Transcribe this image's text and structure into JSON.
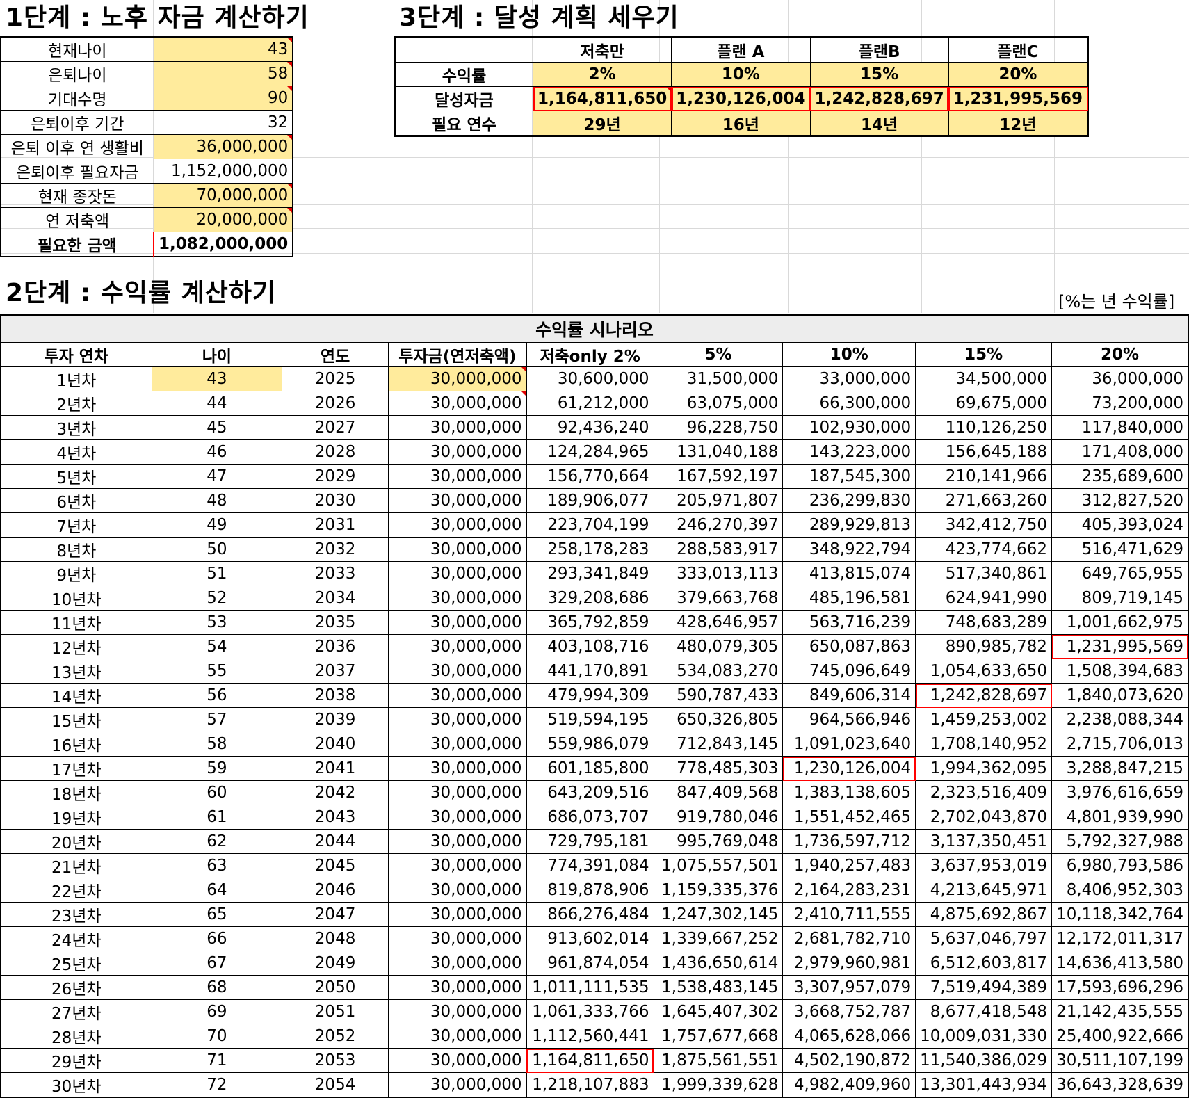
{
  "titles": {
    "step1": "1단계 : 노후 자금 계산하기",
    "step2": "2단계 : 수익률 계산하기",
    "step3": "3단계 : 달성 계획 세우기",
    "note": "[%는 년 수익률]"
  },
  "step1": [
    {
      "label": "현재나이",
      "value": "43",
      "input": true
    },
    {
      "label": "은퇴나이",
      "value": "58",
      "input": true
    },
    {
      "label": "기대수명",
      "value": "90",
      "input": true
    },
    {
      "label": "은퇴이후 기간",
      "value": "32",
      "input": false
    },
    {
      "label": "은퇴 이후 연 생활비",
      "value": "36,000,000",
      "input": true
    },
    {
      "label": "은퇴이후 필요자금",
      "value": "1,152,000,000",
      "input": false
    },
    {
      "label": "현재 종잣돈",
      "value": "70,000,000",
      "input": true
    },
    {
      "label": "연 저축액",
      "value": "20,000,000",
      "input": true
    },
    {
      "label": "필요한 금액",
      "value": "1,082,000,000",
      "input": false,
      "bold": true
    }
  ],
  "step3": {
    "headers": [
      "",
      "저축만",
      "플랜 A",
      "플랜B",
      "플랜C"
    ],
    "rows": [
      {
        "label": "수익률",
        "values": [
          "2%",
          "10%",
          "15%",
          "20%"
        ]
      },
      {
        "label": "달성자금",
        "values": [
          "1,164,811,650",
          "1,230,126,004",
          "1,242,828,697",
          "1,231,995,569"
        ]
      },
      {
        "label": "필요 연수",
        "values": [
          "29년",
          "16년",
          "14년",
          "12년"
        ]
      }
    ]
  },
  "step2": {
    "banner": "수익률 시나리오",
    "headers": [
      "투자 연차",
      "나이",
      "연도",
      "투자금(연저축액)",
      "저축only 2%",
      "5%",
      "10%",
      "15%",
      "20%"
    ],
    "rows": [
      [
        "1년차",
        "43",
        "2025",
        "30,000,000",
        "30,600,000",
        "31,500,000",
        "33,000,000",
        "34,500,000",
        "36,000,000"
      ],
      [
        "2년차",
        "44",
        "2026",
        "30,000,000",
        "61,212,000",
        "63,075,000",
        "66,300,000",
        "69,675,000",
        "73,200,000"
      ],
      [
        "3년차",
        "45",
        "2027",
        "30,000,000",
        "92,436,240",
        "96,228,750",
        "102,930,000",
        "110,126,250",
        "117,840,000"
      ],
      [
        "4년차",
        "46",
        "2028",
        "30,000,000",
        "124,284,965",
        "131,040,188",
        "143,223,000",
        "156,645,188",
        "171,408,000"
      ],
      [
        "5년차",
        "47",
        "2029",
        "30,000,000",
        "156,770,664",
        "167,592,197",
        "187,545,300",
        "210,141,966",
        "235,689,600"
      ],
      [
        "6년차",
        "48",
        "2030",
        "30,000,000",
        "189,906,077",
        "205,971,807",
        "236,299,830",
        "271,663,260",
        "312,827,520"
      ],
      [
        "7년차",
        "49",
        "2031",
        "30,000,000",
        "223,704,199",
        "246,270,397",
        "289,929,813",
        "342,412,750",
        "405,393,024"
      ],
      [
        "8년차",
        "50",
        "2032",
        "30,000,000",
        "258,178,283",
        "288,583,917",
        "348,922,794",
        "423,774,662",
        "516,471,629"
      ],
      [
        "9년차",
        "51",
        "2033",
        "30,000,000",
        "293,341,849",
        "333,013,113",
        "413,815,074",
        "517,340,861",
        "649,765,955"
      ],
      [
        "10년차",
        "52",
        "2034",
        "30,000,000",
        "329,208,686",
        "379,663,768",
        "485,196,581",
        "624,941,990",
        "809,719,145"
      ],
      [
        "11년차",
        "53",
        "2035",
        "30,000,000",
        "365,792,859",
        "428,646,957",
        "563,716,239",
        "748,683,289",
        "1,001,662,975"
      ],
      [
        "12년차",
        "54",
        "2036",
        "30,000,000",
        "403,108,716",
        "480,079,305",
        "650,087,863",
        "890,985,782",
        "1,231,995,569"
      ],
      [
        "13년차",
        "55",
        "2037",
        "30,000,000",
        "441,170,891",
        "534,083,270",
        "745,096,649",
        "1,054,633,650",
        "1,508,394,683"
      ],
      [
        "14년차",
        "56",
        "2038",
        "30,000,000",
        "479,994,309",
        "590,787,433",
        "849,606,314",
        "1,242,828,697",
        "1,840,073,620"
      ],
      [
        "15년차",
        "57",
        "2039",
        "30,000,000",
        "519,594,195",
        "650,326,805",
        "964,566,946",
        "1,459,253,002",
        "2,238,088,344"
      ],
      [
        "16년차",
        "58",
        "2040",
        "30,000,000",
        "559,986,079",
        "712,843,145",
        "1,091,023,640",
        "1,708,140,952",
        "2,715,706,013"
      ],
      [
        "17년차",
        "59",
        "2041",
        "30,000,000",
        "601,185,800",
        "778,485,303",
        "1,230,126,004",
        "1,994,362,095",
        "3,288,847,215"
      ],
      [
        "18년차",
        "60",
        "2042",
        "30,000,000",
        "643,209,516",
        "847,409,568",
        "1,383,138,605",
        "2,323,516,409",
        "3,976,616,659"
      ],
      [
        "19년차",
        "61",
        "2043",
        "30,000,000",
        "686,073,707",
        "919,780,046",
        "1,551,452,465",
        "2,702,043,870",
        "4,801,939,990"
      ],
      [
        "20년차",
        "62",
        "2044",
        "30,000,000",
        "729,795,181",
        "995,769,048",
        "1,736,597,712",
        "3,137,350,451",
        "5,792,327,988"
      ],
      [
        "21년차",
        "63",
        "2045",
        "30,000,000",
        "774,391,084",
        "1,075,557,501",
        "1,940,257,483",
        "3,637,953,019",
        "6,980,793,586"
      ],
      [
        "22년차",
        "64",
        "2046",
        "30,000,000",
        "819,878,906",
        "1,159,335,376",
        "2,164,283,231",
        "4,213,645,971",
        "8,406,952,303"
      ],
      [
        "23년차",
        "65",
        "2047",
        "30,000,000",
        "866,276,484",
        "1,247,302,145",
        "2,410,711,555",
        "4,875,692,867",
        "10,118,342,764"
      ],
      [
        "24년차",
        "66",
        "2048",
        "30,000,000",
        "913,602,014",
        "1,339,667,252",
        "2,681,782,710",
        "5,637,046,797",
        "12,172,011,317"
      ],
      [
        "25년차",
        "67",
        "2049",
        "30,000,000",
        "961,874,054",
        "1,436,650,614",
        "2,979,960,981",
        "6,512,603,817",
        "14,636,413,580"
      ],
      [
        "26년차",
        "68",
        "2050",
        "30,000,000",
        "1,011,111,535",
        "1,538,483,145",
        "3,307,957,079",
        "7,519,494,389",
        "17,593,696,296"
      ],
      [
        "27년차",
        "69",
        "2051",
        "30,000,000",
        "1,061,333,766",
        "1,645,407,302",
        "3,668,752,787",
        "8,677,418,548",
        "21,142,435,555"
      ],
      [
        "28년차",
        "70",
        "2052",
        "30,000,000",
        "1,112,560,441",
        "1,757,677,668",
        "4,065,628,066",
        "10,009,031,330",
        "25,400,922,666"
      ],
      [
        "29년차",
        "71",
        "2053",
        "30,000,000",
        "1,164,811,650",
        "1,875,561,551",
        "4,502,190,872",
        "11,540,386,029",
        "30,511,107,199"
      ],
      [
        "30년차",
        "72",
        "2054",
        "30,000,000",
        "1,218,107,883",
        "1,999,339,628",
        "4,982,409,960",
        "13,301,443,934",
        "36,643,328,639"
      ]
    ]
  },
  "colors": {
    "input_fill": "#ffeb9c",
    "highlight_border": "#ff0000",
    "header_fill": "#ededed"
  }
}
